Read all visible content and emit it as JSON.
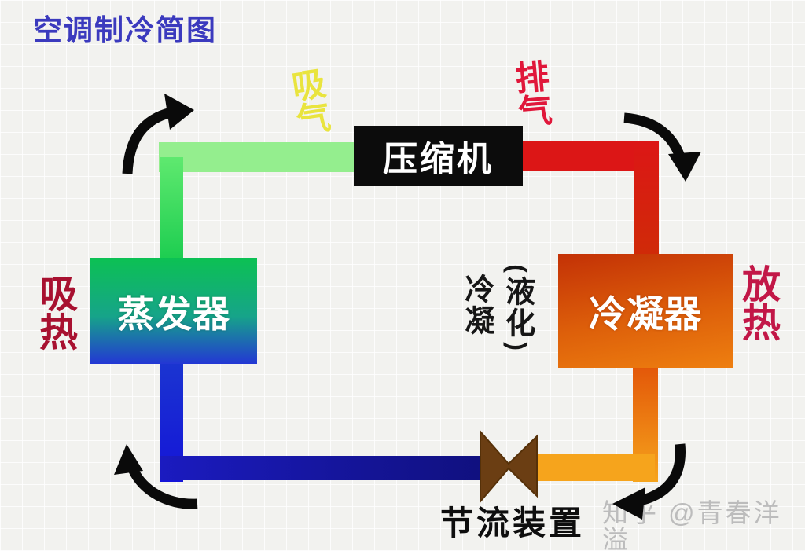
{
  "title": {
    "text": "空调制冷简图"
  },
  "diagram": {
    "compressor": "压缩机",
    "evaporator": "蒸发器",
    "condenser": "冷凝器",
    "throttle_device": "节流装置",
    "suction": "吸气",
    "discharge": "排气",
    "absorb_heat": "吸热",
    "release_heat": "放热",
    "condense": "冷凝",
    "paren_open": "(",
    "liquefy": "液化",
    "paren_close": ")"
  },
  "watermark": {
    "text": "知乎 @青春洋溢"
  },
  "colors": {
    "title": "#3b3abe",
    "suction_label": "#e9e43e",
    "discharge_label": "#e0173a",
    "absorb_heat_label": "#a81130",
    "release_heat_label": "#c21747",
    "compressor_box": "#0c0c0c",
    "evaporator_gradient_top": "#0cc153",
    "evaporator_gradient_bottom": "#2337d4",
    "condenser_gradient_top": "#c33106",
    "condenser_gradient_bottom": "#ee7f10",
    "pipe_suction_green": "#94ee8e",
    "pipe_discharge_red": "#dc1616",
    "pipe_liquid_orange": "#f6a41c",
    "pipe_low_pressure_navy": "#10107e",
    "valve_brown": "#6b3e13",
    "arrow_black": "#0a0a0a"
  }
}
